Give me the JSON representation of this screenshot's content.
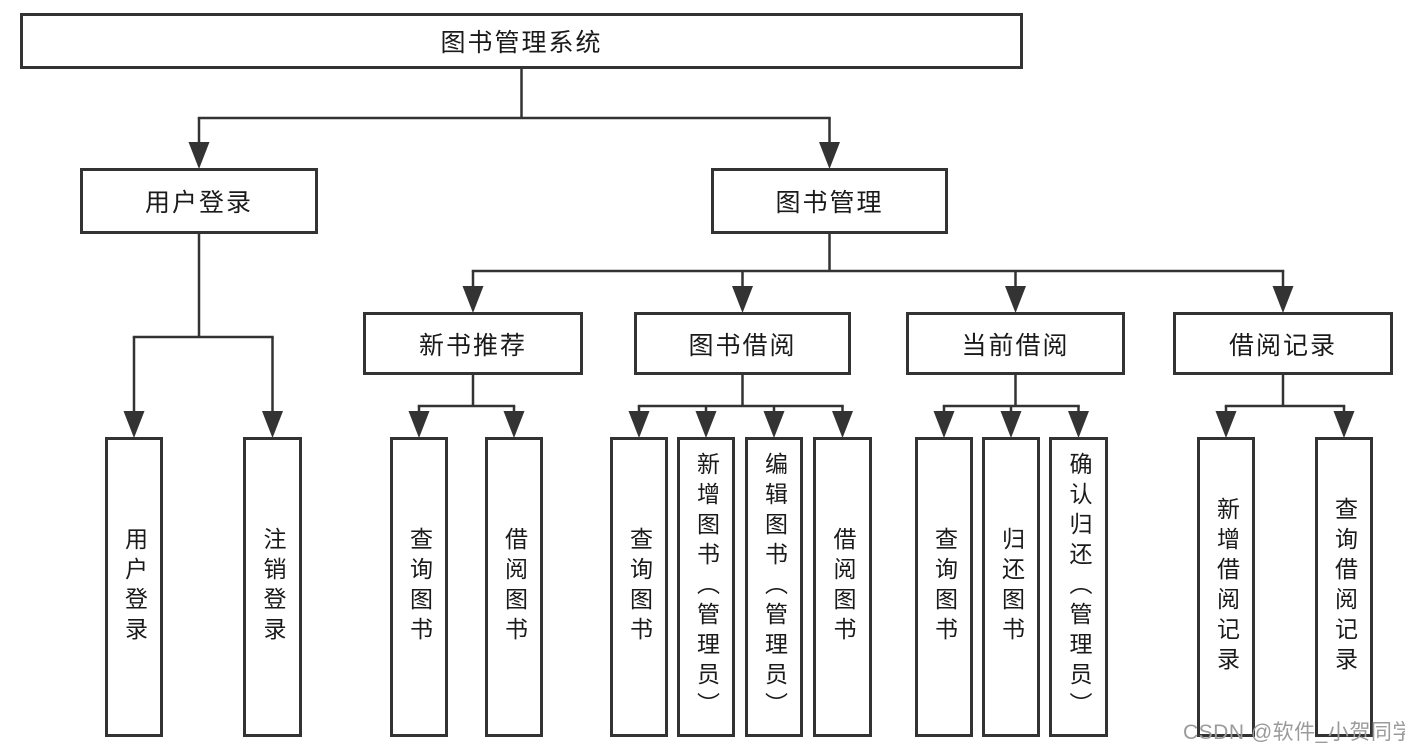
{
  "diagram": {
    "nodes": {
      "root": {
        "label": "图书管理系统"
      },
      "user_login": {
        "label": "用户登录"
      },
      "book_mgmt": {
        "label": "图书管理"
      },
      "new_book_rec": {
        "label": "新书推荐"
      },
      "book_borrow": {
        "label": "图书借阅"
      },
      "current_borrow": {
        "label": "当前借阅"
      },
      "borrow_records": {
        "label": "借阅记录"
      },
      "user_login_op": {
        "label": "用户登录"
      },
      "logout_op": {
        "label": "注销登录"
      },
      "query_books_nb": {
        "label": "查询图书"
      },
      "borrow_books_nb": {
        "label": "借阅图书"
      },
      "query_books_bb": {
        "label": "查询图书"
      },
      "add_book": {
        "label": "新增图书（管理员）"
      },
      "edit_book": {
        "label": "编辑图书（管理员）"
      },
      "borrow_books_bb": {
        "label": "借阅图书"
      },
      "query_books_cb": {
        "label": "查询图书"
      },
      "return_book": {
        "label": "归还图书"
      },
      "confirm_return": {
        "label": "确认归还（管理员）"
      },
      "add_borrow_rec": {
        "label": "新增借阅记录"
      },
      "query_borrow_rec": {
        "label": "查询借阅记录"
      }
    },
    "edges": [
      {
        "parent": "root",
        "children": [
          "user_login",
          "book_mgmt"
        ]
      },
      {
        "parent": "user_login",
        "children": [
          "user_login_op",
          "logout_op"
        ]
      },
      {
        "parent": "book_mgmt",
        "children": [
          "new_book_rec",
          "book_borrow",
          "current_borrow",
          "borrow_records"
        ]
      },
      {
        "parent": "new_book_rec",
        "children": [
          "query_books_nb",
          "borrow_books_nb"
        ]
      },
      {
        "parent": "book_borrow",
        "children": [
          "query_books_bb",
          "add_book",
          "edit_book",
          "borrow_books_bb"
        ]
      },
      {
        "parent": "current_borrow",
        "children": [
          "query_books_cb",
          "return_book",
          "confirm_return"
        ]
      },
      {
        "parent": "borrow_records",
        "children": [
          "add_borrow_rec",
          "query_borrow_rec"
        ]
      }
    ],
    "watermark": {
      "text": "CSDN @软件_小贺同学"
    },
    "colors": {
      "line": "#333333",
      "text": "#1a1a1a",
      "box_bg": "#ffffff",
      "watermark": "#9b9b9b"
    }
  }
}
